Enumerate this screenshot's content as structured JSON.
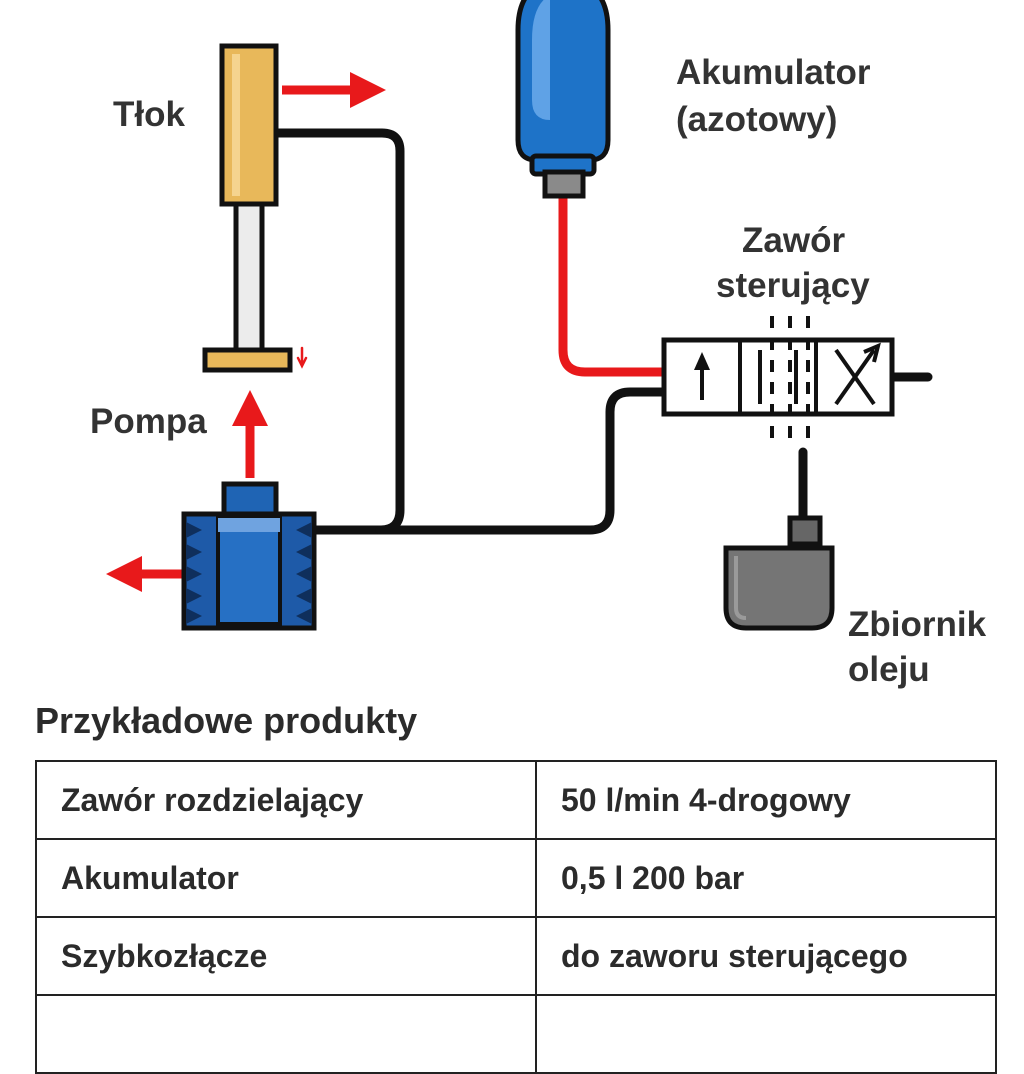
{
  "labels": {
    "piston": "Tłok",
    "pump": "Pompa",
    "accumulator_line1": "Akumulator",
    "accumulator_line2": "(azotowy)",
    "valve_line1": "Zawór",
    "valve_line2": "sterujący",
    "tank_line1": "Zbiornik",
    "tank_line2": "oleju"
  },
  "products": {
    "title": "Przykładowe produkty",
    "rows": [
      {
        "name": "Zawór rozdzielający",
        "spec": "50 l/min 4-drogowy"
      },
      {
        "name": "Akumulator",
        "spec": "0,5 l 200 bar"
      },
      {
        "name": "Szybkozłącze",
        "spec": "do zaworu sterującego"
      },
      {
        "name": "",
        "spec": ""
      }
    ]
  },
  "colors": {
    "pressure_line": "#e8191b",
    "return_line": "#111111",
    "pump_blue": "#1f64b4",
    "accumulator_blue": "#1e73c8",
    "piston_gold": "#e8b85a",
    "tank_gray": "#757575"
  }
}
